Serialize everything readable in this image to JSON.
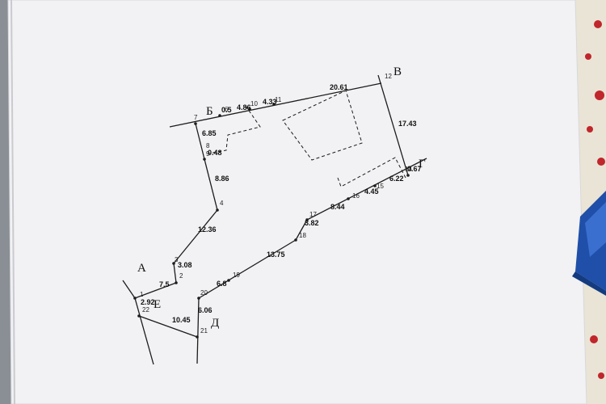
{
  "colors": {
    "paper": "#f2f2f4",
    "ink": "#1c1c1c",
    "tablecloth": "#e9e4d6",
    "tablecloth_pattern": "#c0262b",
    "binder_clip": "#1f4fa8"
  },
  "letters": {
    "A": "А",
    "B": "Б",
    "V": "В",
    "G": "Г",
    "D": "Д",
    "E": "Е"
  },
  "point_numbers": {
    "p1": "1",
    "p2": "2",
    "p3": "3",
    "p4": "4",
    "p6": "6",
    "p7": "7",
    "p8": "8",
    "p9": "9",
    "p10": "10",
    "p11": "11",
    "p12": "12",
    "p14": "14",
    "p15": "15",
    "p16": "16",
    "p17": "17",
    "p18": "18",
    "p19": "19",
    "p20": "20",
    "p21": "21",
    "p22": "22"
  },
  "lengths": {
    "l_top_20_61": "20.61",
    "l_4_33": "4.33",
    "l_4_86": "4.86",
    "l_0_5": "0.5",
    "l_6_85": "6.85",
    "l_0_48": "0.48",
    "l_8_86": "8.86",
    "l_12_36": "12.36",
    "l_3_08": "3.08",
    "l_7_5": "7.5",
    "l_2_92": "2.92",
    "l_10_45": "10.45",
    "l_6_06": "6.06",
    "l_6_8": "6.8",
    "l_13_75": "13.75",
    "l_3_82": "3.82",
    "l_8_44": "8.44",
    "l_4_45": "4.45",
    "l_6_22": "6.22",
    "l_0_67": "0.67",
    "l_17_43": "17.43"
  }
}
